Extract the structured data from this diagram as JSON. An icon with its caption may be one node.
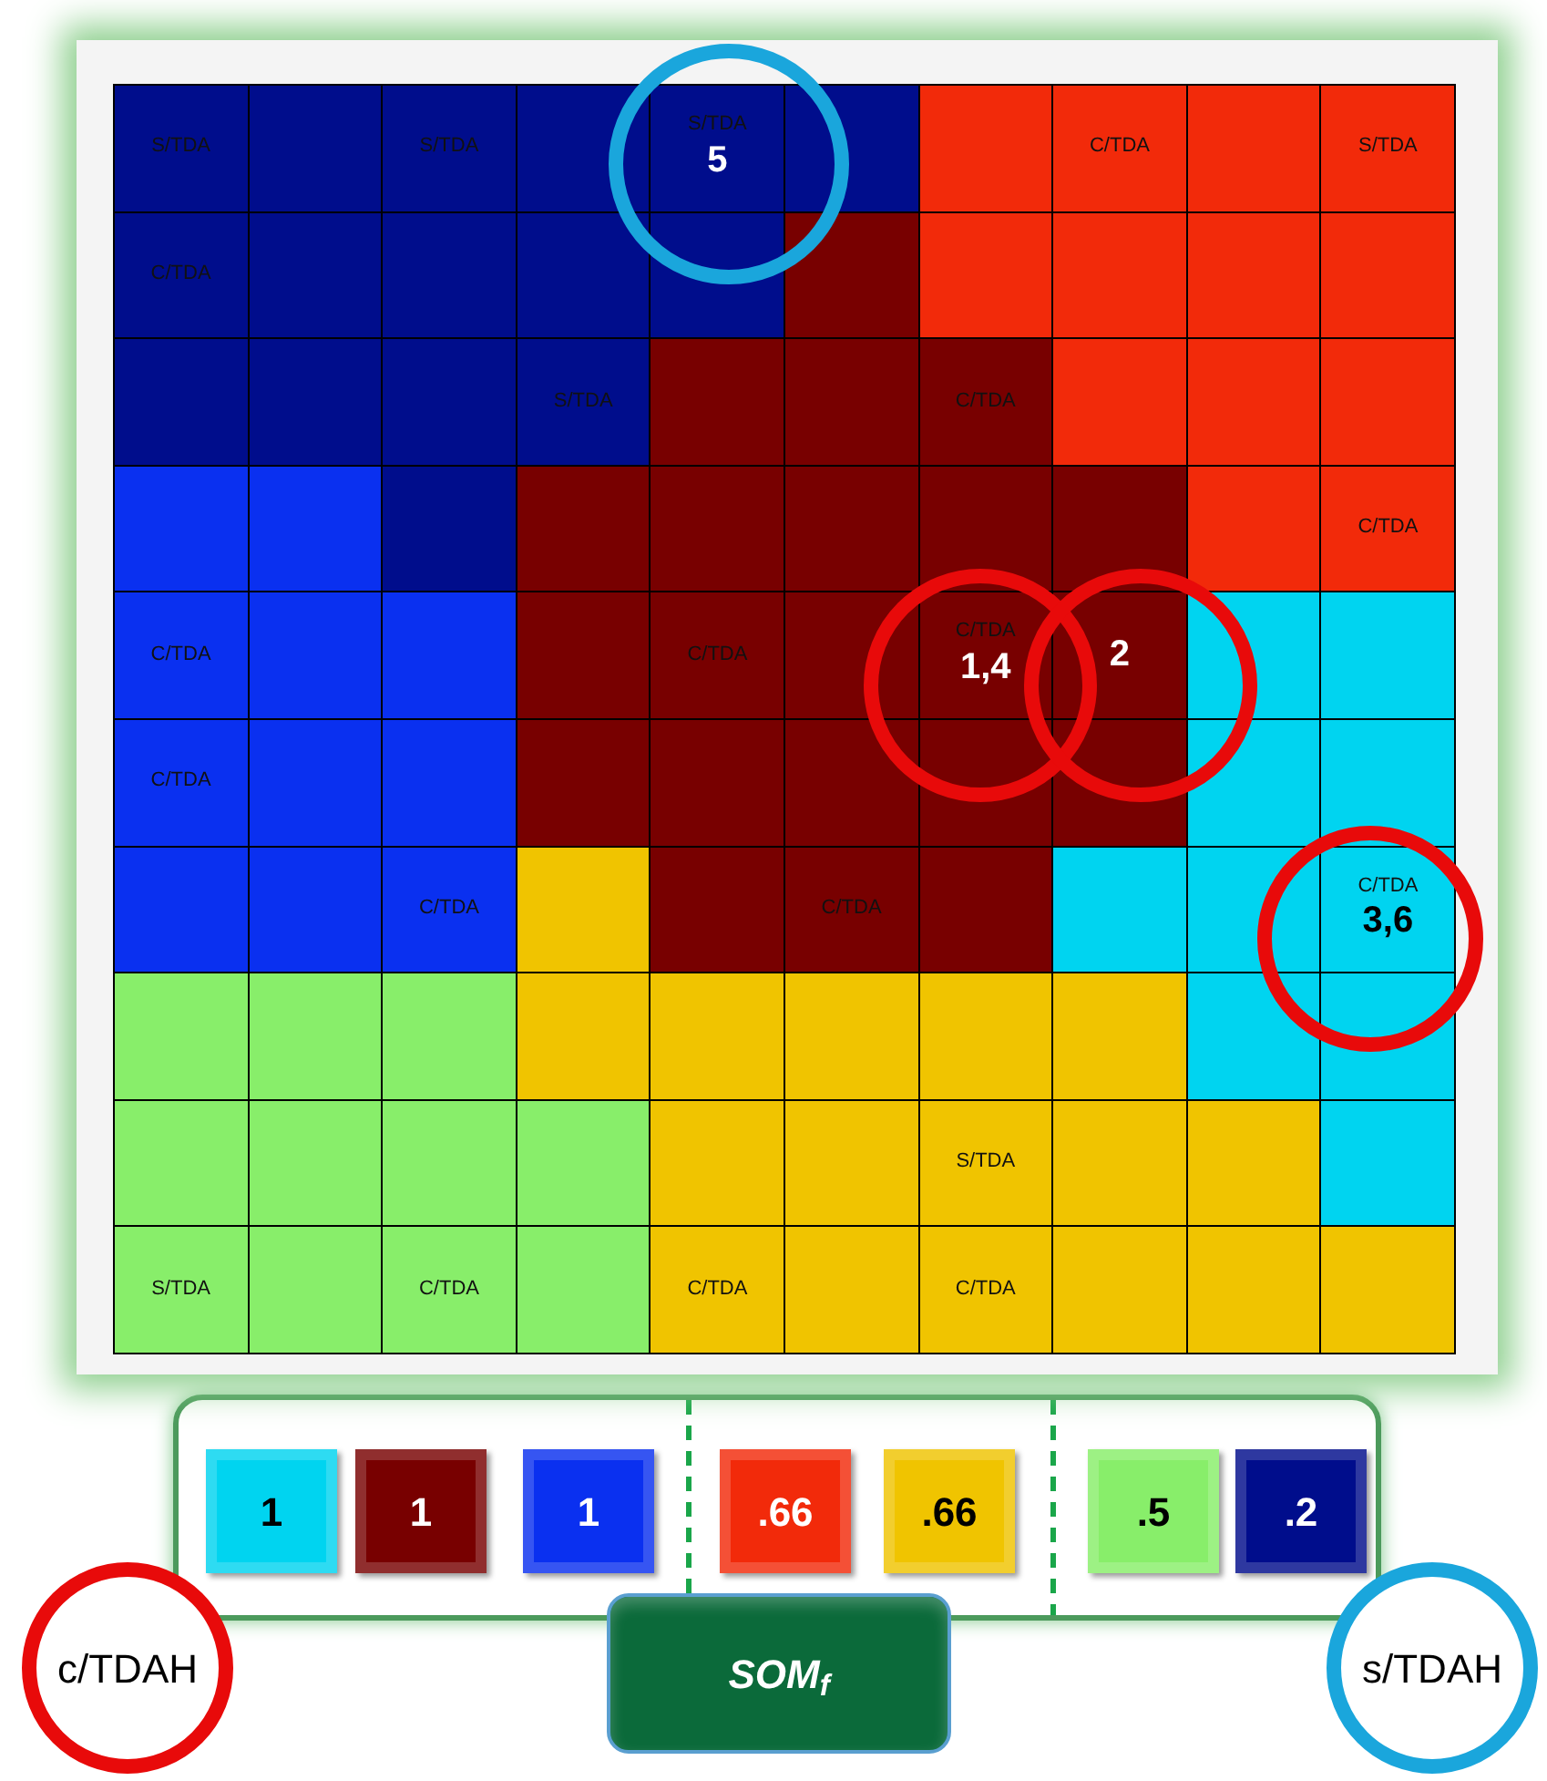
{
  "diagram": {
    "nodes": [
      {
        "text": [],
        "shape": "box"
      },
      {
        "text": [
          "S/TDA"
        ],
        "in": 0
      },
      {
        "text": [],
        "shape": "box",
        "in": 0
      },
      {
        "text": [
          "S/TDA"
        ],
        "in": 0
      },
      {
        "text": [],
        "shape": "box",
        "in": 0
      },
      {
        "text": [
          "S/TDA",
          "5"
        ],
        "in": 0
      },
      {
        "text": [],
        "shape": "box",
        "in": 0
      },
      {
        "text": [],
        "shape": "box",
        "in": 0
      },
      {
        "text": [
          "C/TDA"
        ],
        "in": 0
      },
      {
        "text": [],
        "shape": "box",
        "in": 0
      },
      {
        "text": [
          "S/TDA"
        ],
        "in": 0
      },
      {
        "text": [
          "C/TDA"
        ],
        "in": 0
      },
      {
        "text": [],
        "shape": "box",
        "in": 0
      },
      {
        "text": [],
        "shape": "box",
        "in": 0
      },
      {
        "text": [],
        "shape": "box",
        "in": 0
      },
      {
        "text": [],
        "shape": "box",
        "in": 0
      },
      {
        "text": [],
        "shape": "box",
        "in": 0
      },
      {
        "text": [],
        "shape": "box",
        "in": 0
      },
      {
        "text": [],
        "shape": "box",
        "in": 0
      },
      {
        "text": [],
        "shape": "box",
        "in": 0
      },
      {
        "text": [],
        "shape": "box",
        "in": 0
      },
      {
        "text": [],
        "shape": "box",
        "in": 0
      },
      {
        "text": [],
        "shape": "box",
        "in": 0
      },
      {
        "text": [],
        "shape": "box",
        "in": 0
      },
      {
        "text": [
          "S/TDA"
        ],
        "in": 0
      },
      {
        "text": [],
        "shape": "box",
        "in": 0
      },
      {
        "text": [],
        "shape": "box",
        "in": 0
      },
      {
        "text": [
          "C/TDA"
        ],
        "in": 0
      },
      {
        "text": [],
        "shape": "box",
        "in": 0
      },
      {
        "text": [],
        "shape": "box",
        "in": 0
      },
      {
        "text": [],
        "shape": "box",
        "in": 0
      },
      {
        "text": [],
        "shape": "box",
        "in": 0
      },
      {
        "text": [],
        "shape": "box",
        "in": 0
      },
      {
        "text": [],
        "shape": "box",
        "in": 0
      },
      {
        "text": [],
        "shape": "box",
        "in": 0
      },
      {
        "text": [],
        "shape": "box",
        "in": 0
      },
      {
        "text": [],
        "shape": "box",
        "in": 0
      },
      {
        "text": [],
        "shape": "box",
        "in": 0
      },
      {
        "text": [],
        "shape": "box",
        "in": 0
      },
      {
        "text": [],
        "shape": "box",
        "in": 0
      },
      {
        "text": [
          "C/TDA"
        ],
        "in": 0
      },
      {
        "text": [
          "C/TDA"
        ],
        "in": 0
      },
      {
        "text": [],
        "shape": "box",
        "in": 0
      },
      {
        "text": [],
        "shape": "box",
        "in": 0
      },
      {
        "text": [],
        "shape": "box",
        "in": 0
      },
      {
        "text": [
          "C/TDA"
        ],
        "in": 0
      },
      {
        "text": [],
        "shape": "box",
        "in": 0
      },
      {
        "text": [
          "C/TDA",
          "1,4"
        ],
        "in": 0
      },
      {
        "text": [
          "2"
        ],
        "in": 0
      },
      {
        "text": [],
        "shape": "box",
        "in": 0
      },
      {
        "text": [],
        "shape": "box",
        "in": 0
      },
      {
        "text": [
          "C/TDA"
        ],
        "in": 0
      },
      {
        "text": [],
        "shape": "box",
        "in": 0
      },
      {
        "text": [],
        "shape": "box",
        "in": 0
      },
      {
        "text": [],
        "shape": "box",
        "in": 0
      },
      {
        "text": [],
        "shape": "box",
        "in": 0
      },
      {
        "text": [],
        "shape": "box",
        "in": 0
      },
      {
        "text": [],
        "shape": "box",
        "in": 0
      },
      {
        "text": [],
        "shape": "box",
        "in": 0
      },
      {
        "text": [],
        "shape": "box",
        "in": 0
      },
      {
        "text": [],
        "shape": "box",
        "in": 0
      },
      {
        "text": [],
        "shape": "box",
        "in": 0
      },
      {
        "text": [],
        "shape": "box",
        "in": 0
      },
      {
        "text": [
          "C/TDA"
        ],
        "in": 0
      },
      {
        "text": [],
        "shape": "box",
        "in": 0
      },
      {
        "text": [],
        "shape": "box",
        "in": 0
      },
      {
        "text": [
          "C/TDA"
        ],
        "in": 0
      },
      {
        "text": [],
        "shape": "box",
        "in": 0
      },
      {
        "text": [],
        "shape": "box",
        "in": 0
      },
      {
        "text": [],
        "shape": "box",
        "in": 0
      },
      {
        "text": [
          "C/TDA",
          "3,6"
        ],
        "in": 0
      },
      {
        "text": [],
        "shape": "box",
        "in": 0
      },
      {
        "text": [],
        "shape": "box",
        "in": 0
      },
      {
        "text": [],
        "shape": "box",
        "in": 0
      },
      {
        "text": [],
        "shape": "box",
        "in": 0
      },
      {
        "text": [],
        "shape": "box",
        "in": 0
      },
      {
        "text": [],
        "shape": "box",
        "in": 0
      },
      {
        "text": [],
        "shape": "box",
        "in": 0
      },
      {
        "text": [],
        "shape": "box",
        "in": 0
      },
      {
        "text": [],
        "shape": "box",
        "in": 0
      },
      {
        "text": [],
        "shape": "box",
        "in": 0
      },
      {
        "text": [],
        "shape": "box",
        "in": 0
      },
      {
        "text": [],
        "shape": "box",
        "in": 0
      },
      {
        "text": [],
        "shape": "box",
        "in": 0
      },
      {
        "text": [],
        "shape": "box",
        "in": 0
      },
      {
        "text": [],
        "shape": "box",
        "in": 0
      },
      {
        "text": [],
        "shape": "box",
        "in": 0
      },
      {
        "text": [
          "S/TDA"
        ],
        "in": 0
      },
      {
        "text": [],
        "shape": "box",
        "in": 0
      },
      {
        "text": [],
        "shape": "box",
        "in": 0
      },
      {
        "text": [],
        "shape": "box",
        "in": 0
      },
      {
        "text": [
          "S/TDA"
        ],
        "in": 0
      },
      {
        "text": [],
        "shape": "box",
        "in": 0
      },
      {
        "text": [
          "C/TDA"
        ],
        "in": 0
      },
      {
        "text": [],
        "shape": "box",
        "in": 0
      },
      {
        "text": [
          "C/TDA"
        ],
        "in": 0
      },
      {
        "text": [],
        "shape": "box",
        "in": 0
      },
      {
        "text": [
          "C/TDA"
        ],
        "in": 0
      },
      {
        "text": [],
        "shape": "box",
        "in": 0
      },
      {
        "text": [],
        "shape": "box",
        "in": 0
      },
      {
        "text": [],
        "shape": "box",
        "in": 0
      },
      {
        "text": [
          "c/TDAH"
        ]
      },
      {
        "text": [
          "SOM$_{f}$"
        ]
      },
      {
        "text": [
          "s/TDAH"
        ]
      }
    ],
    "edges": [],
    "legend": [
      {
        "text": "1",
        "color": "#00d4f0"
      },
      {
        "text": "1",
        "color": "#780000"
      },
      {
        "text": "1",
        "color": "#0a30f0"
      },
      {
        "text": ".66",
        "color": "#f22a0a"
      },
      {
        "text": ".66",
        "color": "#f0c400"
      },
      {
        "text": ".5",
        "color": "#88ee6a"
      },
      {
        "text": ".2",
        "color": "#000d8c"
      }
    ]
  }
}
